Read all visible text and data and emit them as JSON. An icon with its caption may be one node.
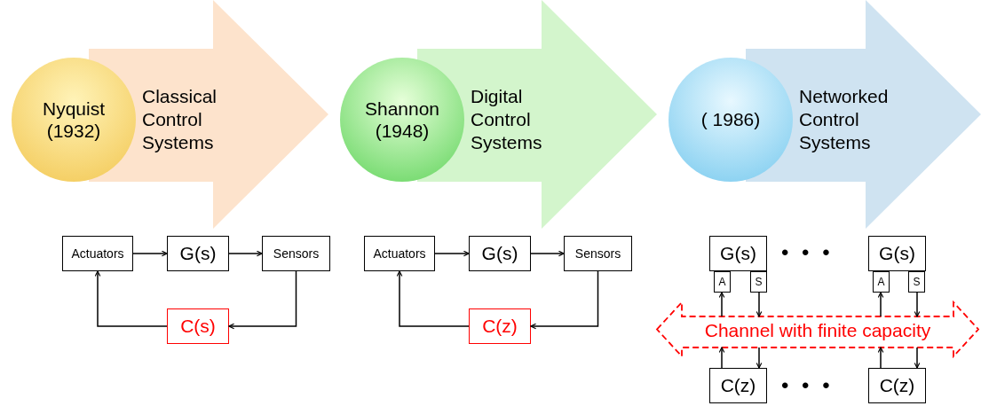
{
  "diagram": {
    "nodes": [
      {
        "text": [
          "Classical Control Systems"
        ]
      },
      {
        "text": [
          "Nyquist (1932)"
        ]
      },
      {
        "text": [
          "Actuators"
        ]
      },
      {
        "text": [
          "G(s)"
        ]
      },
      {
        "text": [
          "Sensors"
        ]
      },
      {
        "text": [
          "C(s)"
        ]
      },
      {
        "text": [
          "Digital Control Systems"
        ]
      },
      {
        "text": [
          "Shannon (1948)"
        ]
      },
      {
        "text": [
          "Actuators"
        ]
      },
      {
        "text": [
          "G(s)"
        ]
      },
      {
        "text": [
          "Sensors"
        ]
      },
      {
        "text": [
          "C(z)"
        ]
      },
      {
        "text": [
          "Networked Control Systems"
        ]
      },
      {
        "text": [
          "( 1986)"
        ]
      },
      {
        "text": [
          "G(s)"
        ]
      },
      {
        "text": [
          "A"
        ]
      },
      {
        "text": [
          "S"
        ]
      },
      {
        "text": [
          "G(s)"
        ]
      },
      {
        "text": [
          "A"
        ]
      },
      {
        "text": [
          "S"
        ]
      },
      {
        "text": [
          "Channel with finite capacity"
        ]
      },
      {
        "text": [
          "C(z)"
        ]
      },
      {
        "text": [
          "C(z)"
        ]
      }
    ],
    "edges": [
      {
        "from": 2,
        "to": 3,
        "arrow": "to"
      },
      {
        "from": 3,
        "to": 4,
        "arrow": "to"
      },
      {
        "from": 4,
        "to": 5,
        "arrow": "to"
      },
      {
        "from": 5,
        "to": 2,
        "arrow": "to"
      },
      {
        "from": 8,
        "to": 9,
        "arrow": "to"
      },
      {
        "from": 9,
        "to": 10,
        "arrow": "to"
      },
      {
        "from": 10,
        "to": 11,
        "arrow": "to"
      },
      {
        "from": 11,
        "to": 8,
        "arrow": "to"
      },
      {
        "from": 20,
        "to": 15,
        "arrow": "to"
      },
      {
        "from": 16,
        "to": 20,
        "arrow": "to"
      },
      {
        "from": 20,
        "to": 18,
        "arrow": "to"
      },
      {
        "from": 19,
        "to": 20,
        "arrow": "to"
      },
      {
        "from": 21,
        "to": 20,
        "arrow": "to"
      },
      {
        "from": 20,
        "to": 21,
        "arrow": "to"
      },
      {
        "from": 22,
        "to": 20,
        "arrow": "to"
      },
      {
        "from": 20,
        "to": 22,
        "arrow": "to"
      }
    ],
    "labels": [
      "• • •",
      "• • •"
    ]
  }
}
